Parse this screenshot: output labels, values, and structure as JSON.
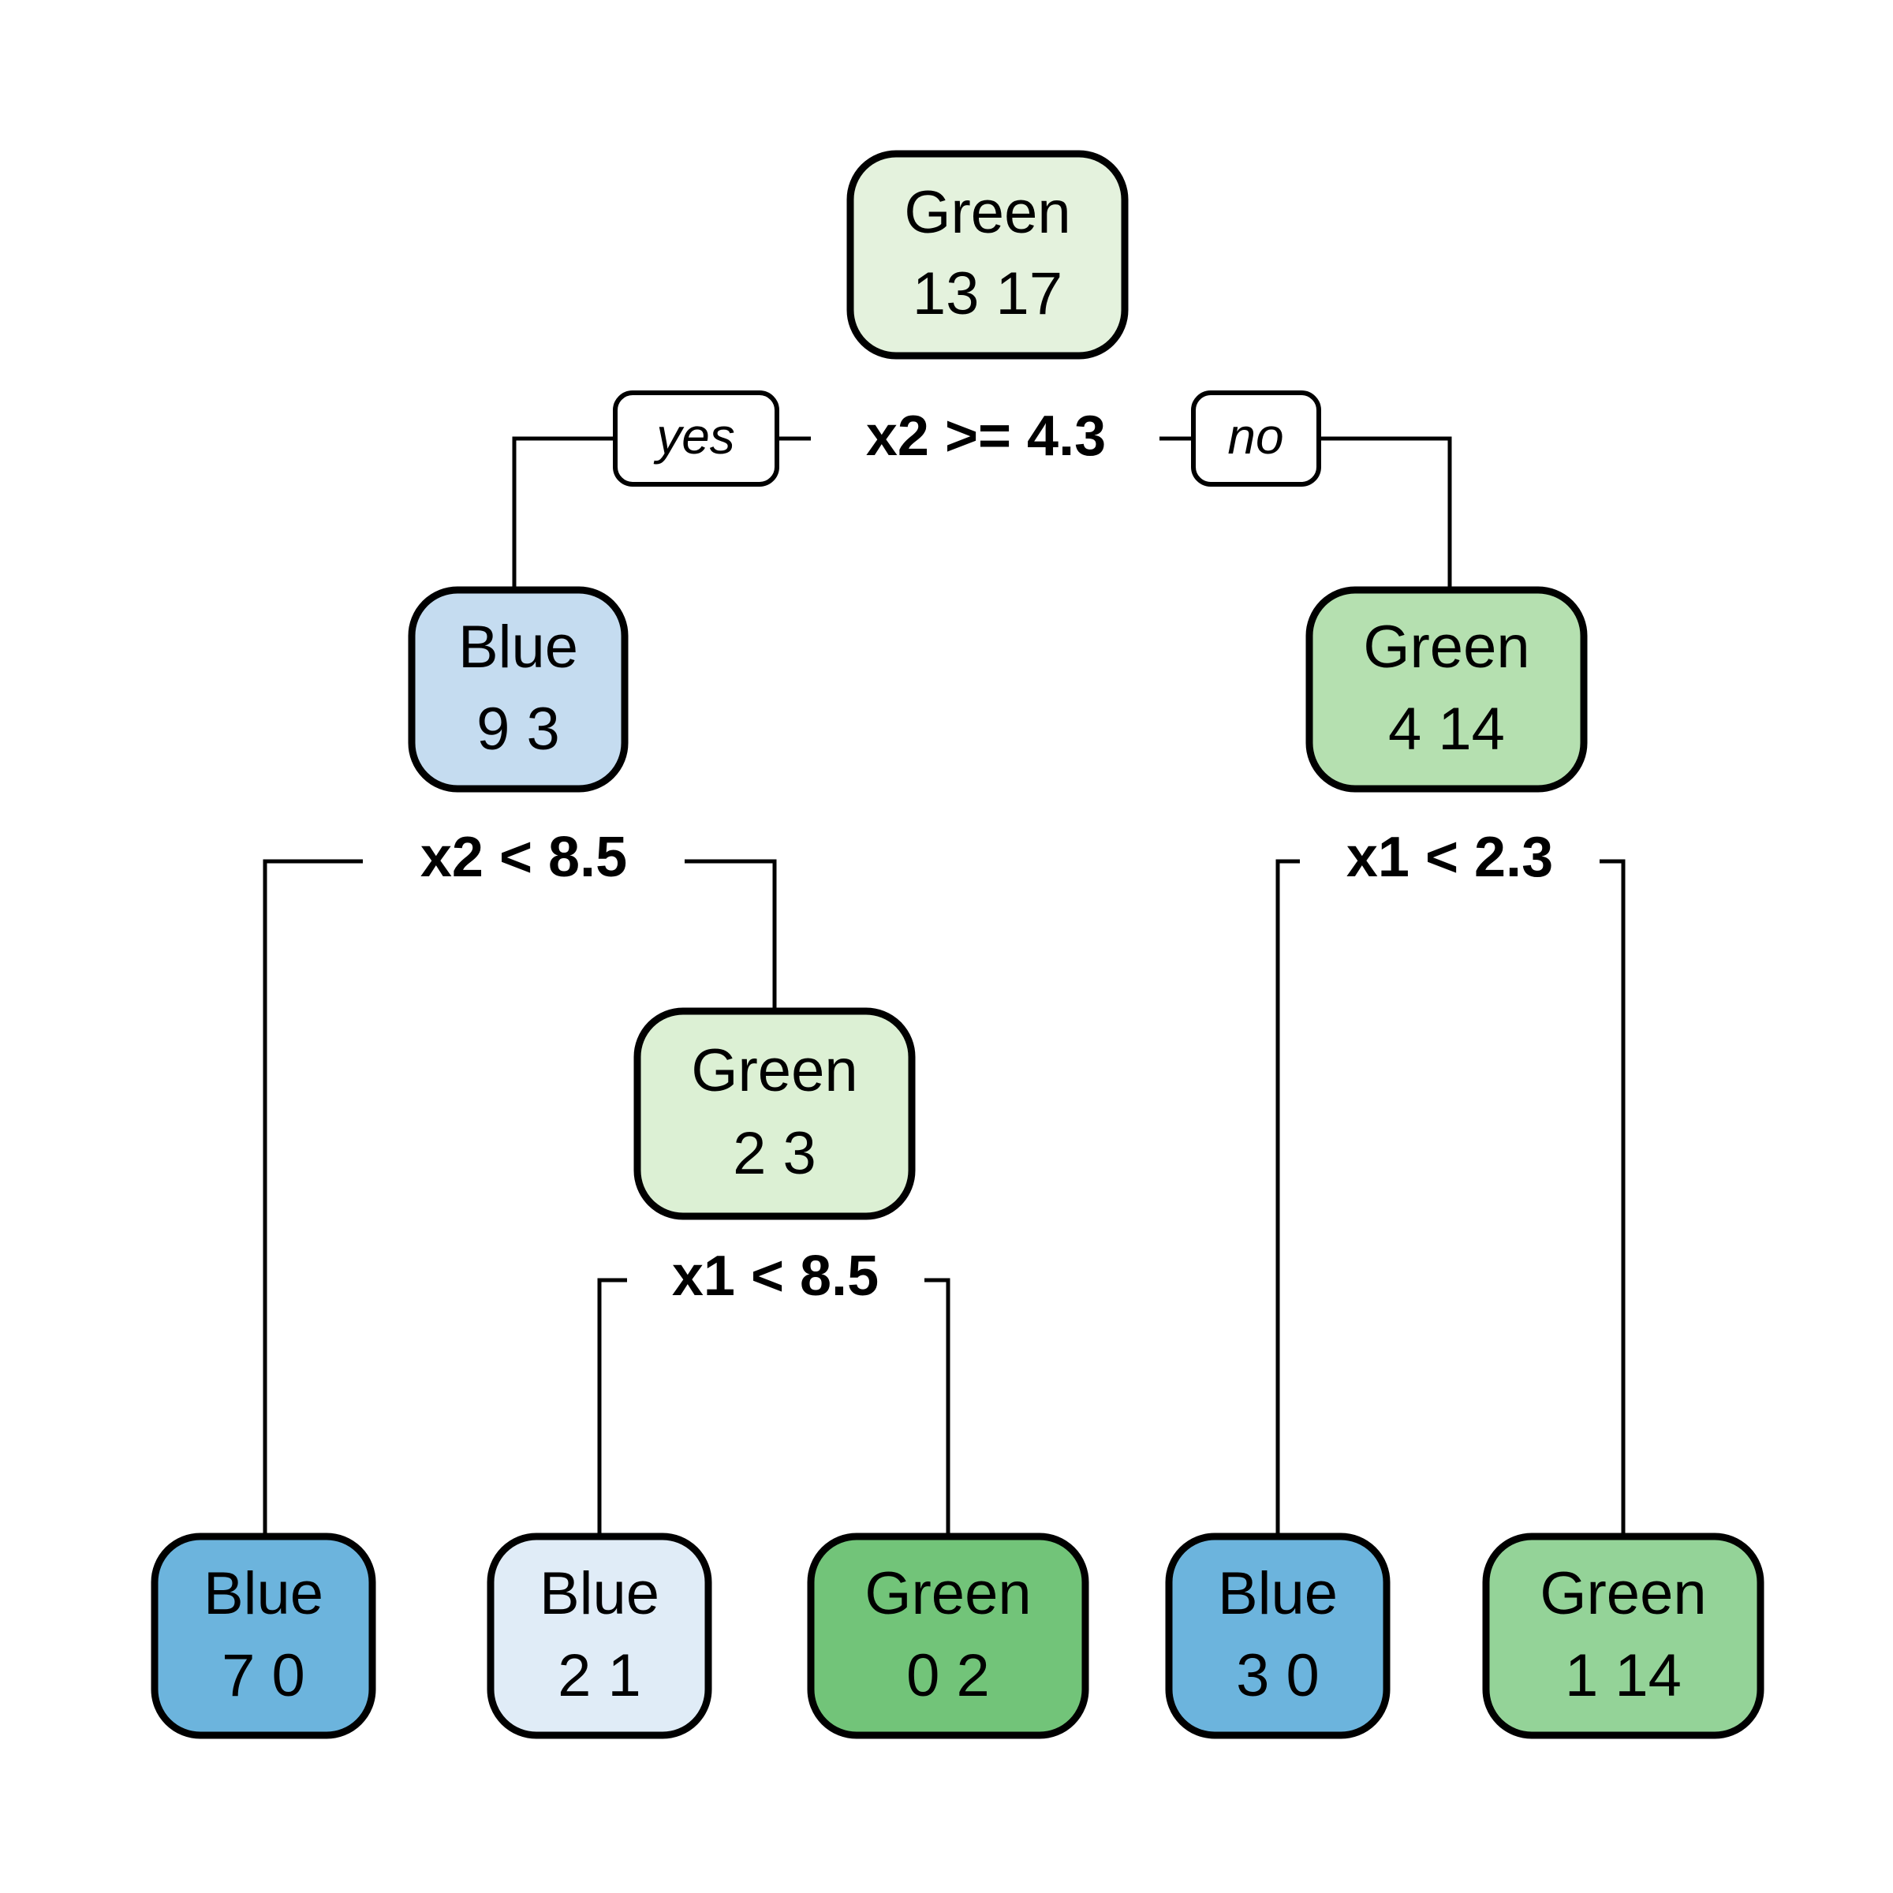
{
  "chart_data": {
    "type": "tree",
    "title": "",
    "class_colors": {
      "blue_strong": "#6cb4dd",
      "blue_mid": "#c5dcf0",
      "blue_pale": "#e0ecf7",
      "green_strong": "#72c479",
      "green_mid": "#b5e0b0",
      "green_pale": "#e4f2dd"
    },
    "yes_label": "yes",
    "no_label": "no",
    "nodes": [
      {
        "id": "root",
        "class_label": "Green",
        "counts": "13  17",
        "n_blue": 13,
        "n_green": 17,
        "fill": "#e4f2dd",
        "depth": 0
      },
      {
        "id": "n2",
        "class_label": "Blue",
        "counts": "9  3",
        "n_blue": 9,
        "n_green": 3,
        "fill": "#c5dcf0",
        "depth": 1
      },
      {
        "id": "n3",
        "class_label": "Green",
        "counts": "4  14",
        "n_blue": 4,
        "n_green": 14,
        "fill": "#b5e0b0",
        "depth": 1
      },
      {
        "id": "n4",
        "class_label": "Blue",
        "counts": "7  0",
        "n_blue": 7,
        "n_green": 0,
        "fill": "#6cb4dd",
        "depth": 3
      },
      {
        "id": "n5",
        "class_label": "Green",
        "counts": "2  3",
        "n_blue": 2,
        "n_green": 3,
        "fill": "#dcf0d4",
        "depth": 2
      },
      {
        "id": "n6",
        "class_label": "Blue",
        "counts": "2  1",
        "n_blue": 2,
        "n_green": 1,
        "fill": "#e0ecf7",
        "depth": 3
      },
      {
        "id": "n7",
        "class_label": "Green",
        "counts": "0  2",
        "n_blue": 0,
        "n_green": 2,
        "fill": "#72c479",
        "depth": 3
      },
      {
        "id": "n8",
        "class_label": "Blue",
        "counts": "3  0",
        "n_blue": 3,
        "n_green": 0,
        "fill": "#6cb4dd",
        "depth": 3
      },
      {
        "id": "n9",
        "class_label": "Green",
        "counts": "1  14",
        "n_blue": 1,
        "n_green": 14,
        "fill": "#94d398",
        "depth": 3
      }
    ],
    "splits": [
      {
        "id": "s1",
        "text": "x2 >= 4.3",
        "parent": "root",
        "yes_child": "n2",
        "no_child": "n3",
        "has_yesno_boxes": true
      },
      {
        "id": "s2",
        "text": "x2 < 8.5",
        "parent": "n2",
        "yes_child": "n4",
        "no_child": "n5",
        "has_yesno_boxes": false
      },
      {
        "id": "s3",
        "text": "x1 < 2.3",
        "parent": "n3",
        "yes_child": "n8",
        "no_child": "n9",
        "has_yesno_boxes": false
      },
      {
        "id": "s4",
        "text": "x1 < 8.5",
        "parent": "n5",
        "yes_child": "n6",
        "no_child": "n7",
        "has_yesno_boxes": false
      }
    ]
  },
  "tree": {
    "root": {
      "class_label": "Green",
      "counts": "13  17"
    },
    "n2": {
      "class_label": "Blue",
      "counts": "9  3"
    },
    "n3": {
      "class_label": "Green",
      "counts": "4  14"
    },
    "n4": {
      "class_label": "Blue",
      "counts": "7  0"
    },
    "n5": {
      "class_label": "Green",
      "counts": "2  3"
    },
    "n6": {
      "class_label": "Blue",
      "counts": "2  1"
    },
    "n7": {
      "class_label": "Green",
      "counts": "0  2"
    },
    "n8": {
      "class_label": "Blue",
      "counts": "3  0"
    },
    "n9": {
      "class_label": "Green",
      "counts": "1  14"
    },
    "split_root": "x2 >= 4.3",
    "split_n2": "x2 < 8.5",
    "split_n3": "x1 < 2.3",
    "split_n5": "x1 < 8.5",
    "yes_label": "yes",
    "no_label": "no"
  }
}
